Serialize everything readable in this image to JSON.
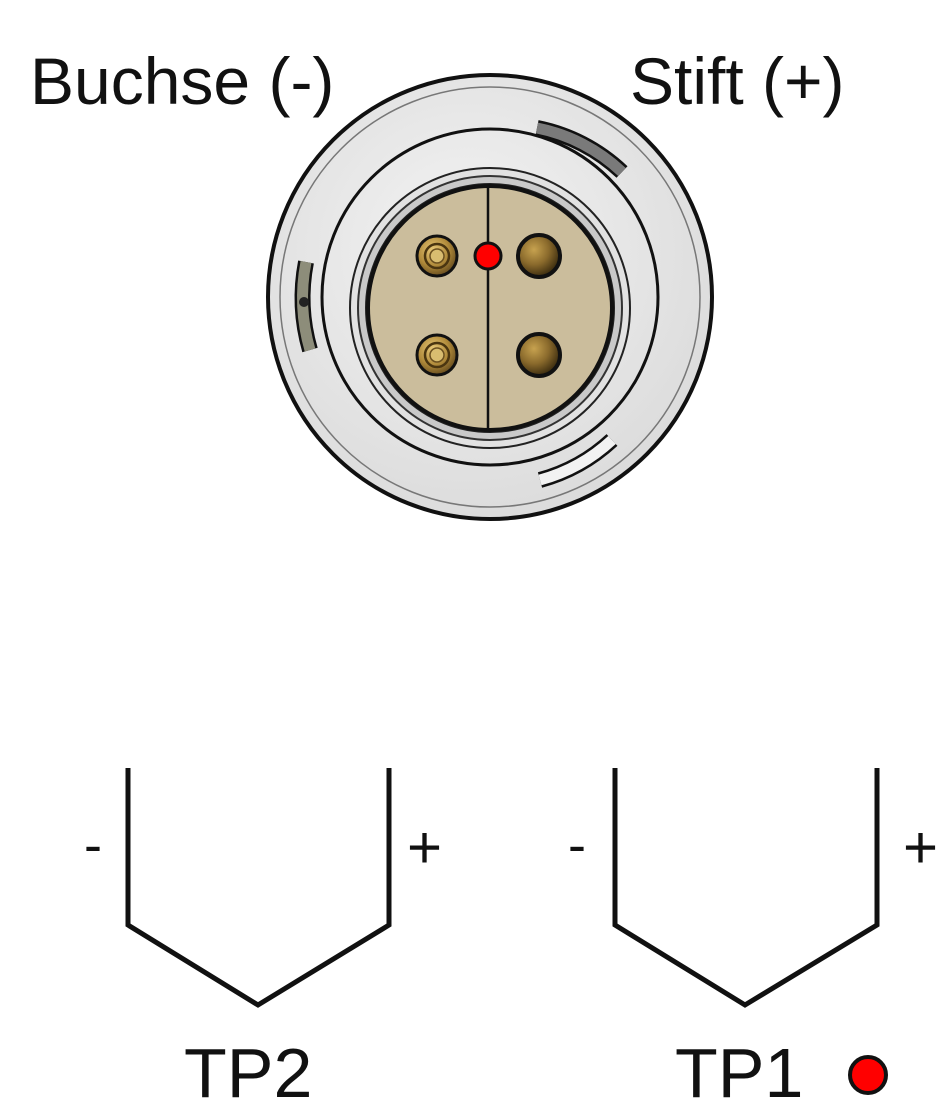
{
  "connector": {
    "socket_label": "Buchse (-)",
    "pin_label": "Stift (+)",
    "marker_color": "#ff0000"
  },
  "thermocouples": [
    {
      "name": "TP2",
      "minus": "-",
      "plus": "+",
      "marked": false
    },
    {
      "name": "TP1",
      "minus": "-",
      "plus": "+",
      "marked": true
    }
  ],
  "colors": {
    "insert": "#cbbd9c",
    "housing": "#e6e6e6",
    "pin": "#8a6a2c",
    "marker": "#ff0000"
  }
}
